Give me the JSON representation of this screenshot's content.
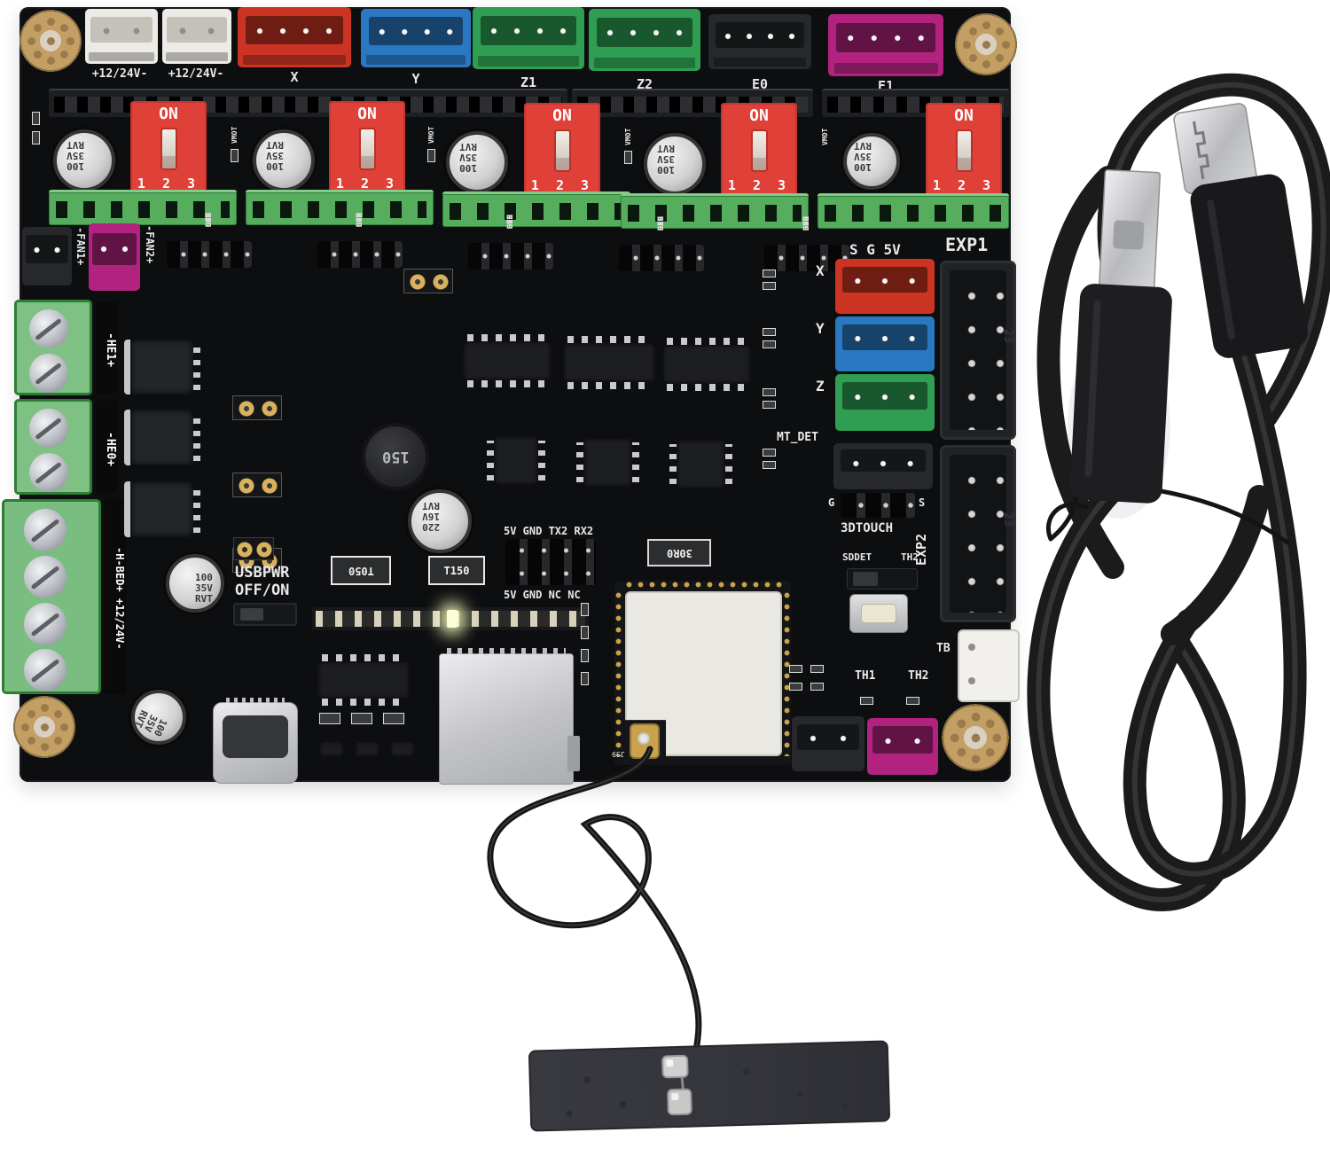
{
  "board": {
    "top_labels": [
      "+12/24V-",
      "+12/24V-",
      "X",
      "Y",
      "Z1",
      "Z2",
      "E0",
      "E1"
    ],
    "driver": {
      "dip_on": "ON",
      "dip_positions": "1 2 3",
      "cap_lines": [
        "100",
        "35V",
        "RVT"
      ],
      "vmot": "VMOT"
    },
    "stepper_pin_labels": [
      "EN",
      "STE",
      "DIR",
      "GND"
    ],
    "left": {
      "fan1": "-FAN1+",
      "fan2": "-FAN2+",
      "he1": "-HE1+",
      "he0": "-HE0+",
      "hbed": "-H-BED+ +12/24V-",
      "usbpwr": [
        "USBPWR",
        "OFF/ON"
      ],
      "cap_lines": [
        "100",
        "35V",
        "RVT"
      ]
    },
    "center": {
      "inductor": "150",
      "cap_lines": [
        "220",
        "16V",
        "RVT"
      ],
      "fuse_left": "T050",
      "fuse_right": "T150",
      "uart_top": "5V GND TX2 RX2",
      "uart_bottom": "5V GND NC NC",
      "resistor": "30R0",
      "wifi_ref": "J39"
    },
    "right": {
      "sg5v": "S G 5V",
      "exp1": "EXP1",
      "exp2": "EXP2",
      "exp_mark": "23",
      "endstops": [
        "X",
        "Y",
        "Z"
      ],
      "mt_det": "MT_DET",
      "touch_g": "G",
      "touch_s": "S",
      "touch_label": "3DTOUCH",
      "sddet": "SDDET",
      "sddet_th2": "TH2",
      "tb": "TB",
      "th1": "TH1",
      "th2": "TH2"
    },
    "colors": {
      "board": "#0d0e10",
      "connector_red": "#cb3423",
      "connector_blue": "#2a78c2",
      "connector_green": "#2f9e52",
      "connector_magenta": "#b22380",
      "dip_red": "#df4038",
      "terminal_green": "#56ad5e",
      "brass": "#c49f63"
    }
  }
}
